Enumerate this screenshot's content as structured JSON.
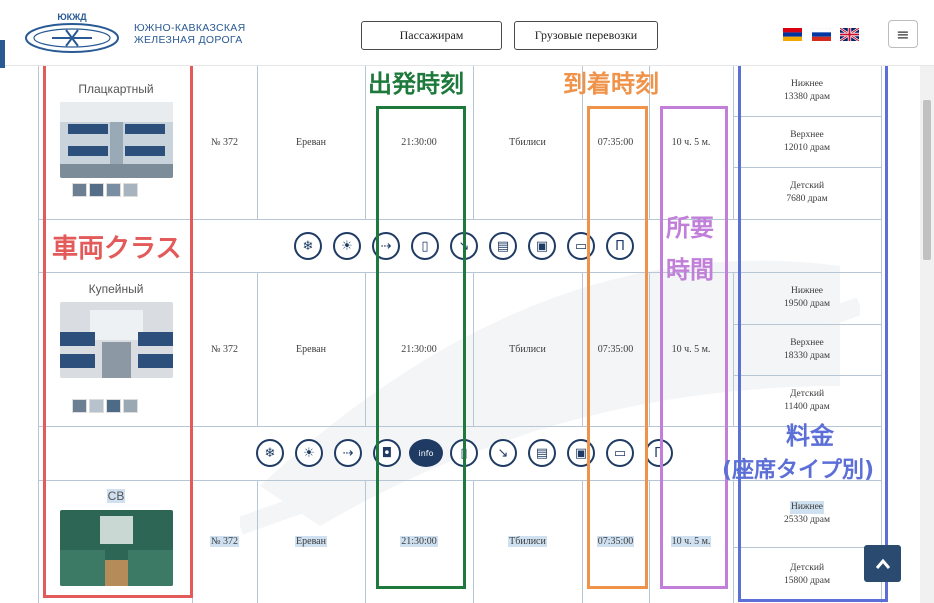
{
  "header": {
    "logo_text": "ЮКЖД",
    "logo_sub_line1": "ЮЖНО-КАВКАЗСКАЯ",
    "logo_sub_line2": "ЖЕЛЕЗНАЯ ДОРОГА",
    "nav_passengers": "Пассажирам",
    "nav_freight": "Грузовые перевозки",
    "menu_icon": "≡"
  },
  "colors": {
    "brand": "#2a5a93",
    "dark_icon": "#1f3b64",
    "class_box": "#e35a5a",
    "dep_box": "#1e7a3c",
    "arr_box": "#f0934a",
    "dur_box": "#c27fd9",
    "price_box": "#5b6fd6"
  },
  "cars": [
    {
      "class_name": "Плацкартный",
      "train": "№ 372",
      "from": "Ереван",
      "dep": "21:30:00",
      "to": "Тбилиси",
      "arr": "07:35:00",
      "duration": "10 ч. 5 м.",
      "prices": [
        {
          "type": "Нижнее",
          "price": "13380 драм"
        },
        {
          "type": "Верхнее",
          "price": "12010 драм"
        },
        {
          "type": "Детский",
          "price": "7680 драм"
        }
      ]
    },
    {
      "class_name": "Купейный",
      "train": "№ 372",
      "from": "Ереван",
      "dep": "21:30:00",
      "to": "Тбилиси",
      "arr": "07:35:00",
      "duration": "10 ч. 5 м.",
      "prices": [
        {
          "type": "Нижнее",
          "price": "19500 драм"
        },
        {
          "type": "Верхнее",
          "price": "18330 драм"
        },
        {
          "type": "Детский",
          "price": "11400 драм"
        }
      ]
    },
    {
      "class_name": "СВ",
      "train": "№ 372",
      "from": "Ереван",
      "dep": "21:30:00",
      "to": "Тбилиси",
      "arr": "07:35:00",
      "duration": "10 ч. 5 м.",
      "prices": [
        {
          "type": "Нижнее",
          "price": "25330 драм"
        },
        {
          "type": "Детский",
          "price": "15800 драм"
        }
      ]
    }
  ],
  "amenities_row1": [
    "snowflake-icon",
    "lightbulb-icon",
    "usb-icon",
    "phone-icon",
    "faucet-icon",
    "trash-icon",
    "fridge-icon",
    "tv-icon",
    "toilet-icon"
  ],
  "amenities_row2": [
    "snowflake-icon",
    "lightbulb-icon",
    "usb-icon",
    "socket-icon",
    "info-icon",
    "phone-icon",
    "faucet-icon",
    "trash-icon",
    "fridge-icon",
    "tv-icon",
    "toilet-icon"
  ],
  "amenity_info_label": "info",
  "annotations": {
    "class": "車両クラス",
    "departure": "出発時刻",
    "arrival": "到着時刻",
    "duration_line1": "所要",
    "duration_line2": "時間",
    "fare_line1": "料金",
    "fare_line2": "(座席タイプ別)"
  }
}
